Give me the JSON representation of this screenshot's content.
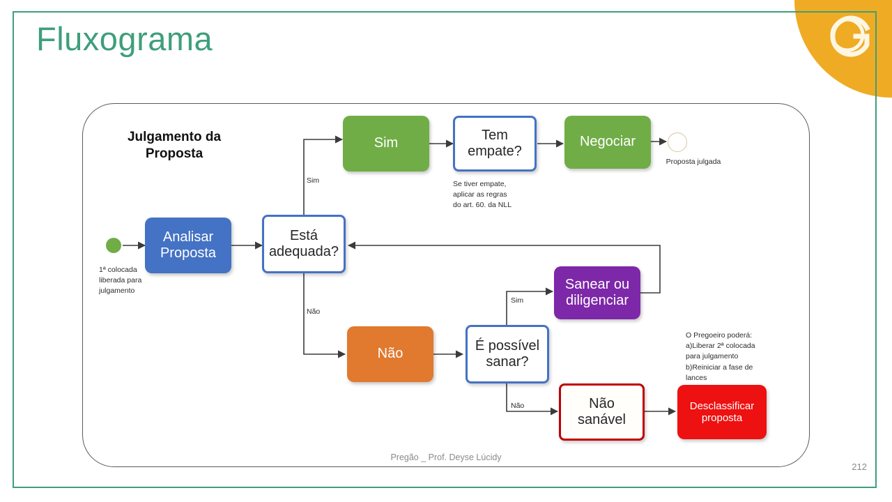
{
  "slide": {
    "title": "Fluxograma",
    "footer": "Pregão _ Prof. Deyse Lúcidy",
    "page_number": "212",
    "accent_green": "#3f9e7c",
    "brand_amber": "#efab23",
    "logo_icon": "g-circle-logo"
  },
  "flow": {
    "heading": "Julgamento da\nProposta",
    "heading_line1": "Julgamento da",
    "heading_line2": "Proposta",
    "start": {
      "name": "start-event",
      "label": "1ª colocada\nliberada para\njulgamento",
      "color": "#70ad47"
    },
    "end": {
      "name": "end-event",
      "label": "Proposta julgada",
      "color": "#d9c6a5"
    },
    "nodes": [
      {
        "id": "analisar-proposta",
        "label": "Analisar\nProposta",
        "type": "task",
        "color": "#4472c4"
      },
      {
        "id": "esta-adequada",
        "label": "Está\nadequada?",
        "type": "decision",
        "color": "#4472c4"
      },
      {
        "id": "sim",
        "label": "Sim",
        "type": "task",
        "color": "#70ad47"
      },
      {
        "id": "tem-empate",
        "label": "Tem\nempate?",
        "type": "decision",
        "color": "#4472c4"
      },
      {
        "id": "negociar",
        "label": "Negociar",
        "type": "task",
        "color": "#70ad47"
      },
      {
        "id": "nao",
        "label": "Não",
        "type": "task",
        "color": "#e1792e"
      },
      {
        "id": "e-possivel-sanar",
        "label": "É possível\nsanar?",
        "type": "decision",
        "color": "#4472c4"
      },
      {
        "id": "sanear-ou-diligenciar",
        "label": "Sanear ou\ndiligenciar",
        "type": "task",
        "color": "#7d28a8"
      },
      {
        "id": "nao-sanavel",
        "label": "Não\nsanável",
        "type": "decision",
        "color": "#c00000"
      },
      {
        "id": "desclassificar-proposta",
        "label": "Desclassificar\nproposta",
        "type": "task",
        "color": "#ee1111"
      }
    ],
    "node_text": {
      "analisar_l1": "Analisar",
      "analisar_l2": "Proposta",
      "adequada_l1": "Está",
      "adequada_l2": "adequada?",
      "sim": "Sim",
      "empate_l1": "Tem",
      "empate_l2": "empate?",
      "negociar": "Negociar",
      "nao": "Não",
      "sanar_l1": "É possível",
      "sanar_l2": "sanar?",
      "sanear_l1": "Sanear ou",
      "sanear_l2": "diligenciar",
      "nao_sanavel_l1": "Não",
      "nao_sanavel_l2": "sanável",
      "desclassificar_l1": "Desclassificar",
      "desclassificar_l2": "proposta"
    },
    "edge_labels": {
      "adequada_sim": "Sim",
      "adequada_nao": "Não",
      "sanar_sim": "Sim",
      "sanar_nao": "Não"
    },
    "notes": {
      "empate": "Se tiver empate,\naplicar as regras\ndo art. 60. da NLL",
      "empate_l1": "Se tiver empate,",
      "empate_l2": "aplicar as regras",
      "empate_l3": "do art. 60. da NLL",
      "pregoeiro": "O Pregoeiro poderá:\na)Liberar 2ª colocada\npara julgamento\nb)Reiniciar a fase de\nlances",
      "pregoeiro_l1": "O Pregoeiro poderá:",
      "pregoeiro_l2": "a)Liberar 2ª colocada",
      "pregoeiro_l3": "para julgamento",
      "pregoeiro_l4": "b)Reiniciar a fase de",
      "pregoeiro_l5": "lances",
      "start_l1": "1ª colocada",
      "start_l2": "liberada para",
      "start_l3": "julgamento",
      "end_label": "Proposta julgada"
    }
  }
}
